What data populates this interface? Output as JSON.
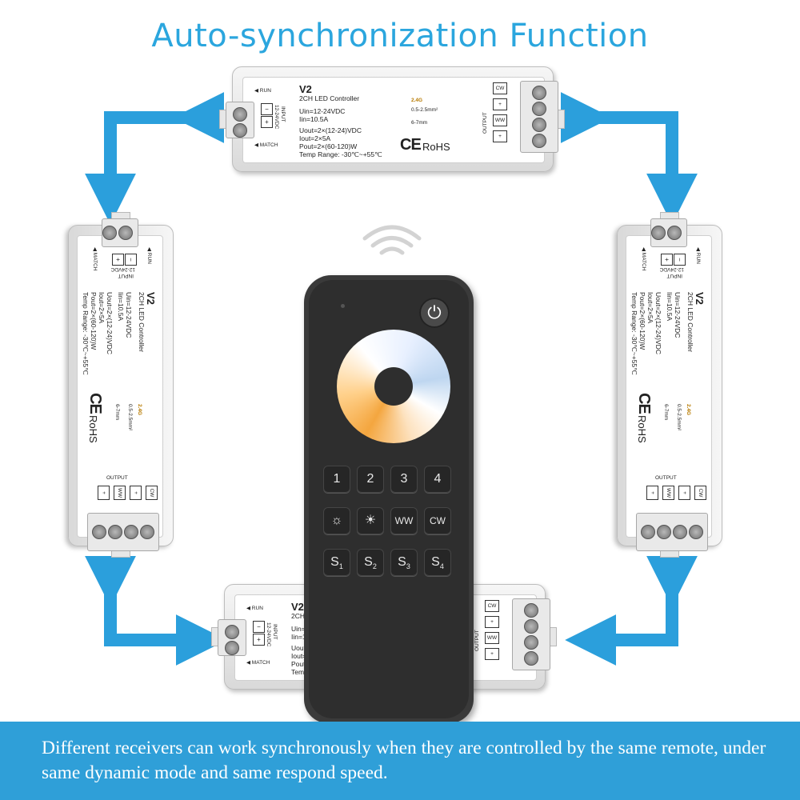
{
  "title": "Auto-synchronization Function",
  "footer_text": "Different receivers can work synchronously when they are controlled by the same remote, under same dynamic mode and same respond speed.",
  "controller": {
    "model": "V2",
    "name": "2CH LED Controller",
    "uin": "Uin=12-24VDC",
    "iin": "Iin=10.5A",
    "uout": "Uout=2×(12-24)VDC",
    "iout": "Iout=2×5A",
    "pout": "Pout=2×(60-120)W",
    "temp": "Temp Range: -30℃~+55℃",
    "wifi": "2.4G",
    "wire1": "0.5-2.5mm²",
    "wire2": "6-7mm",
    "ce": "CE",
    "rohs": "RoHS",
    "run": "RUN",
    "match": "MATCH",
    "input": "INPUT",
    "input_v": "12-24VDC",
    "output": "OUTPUT",
    "pins_out": [
      "+",
      "WW",
      "+",
      "CW"
    ],
    "pins_in": [
      "+",
      "−"
    ]
  },
  "remote": {
    "power_icon": "⏻",
    "row1": [
      "1",
      "2",
      "3",
      "4"
    ],
    "row2": [
      "☼",
      "☀",
      "WW",
      "CW"
    ],
    "row3": [
      {
        "main": "S",
        "sub": "1"
      },
      {
        "main": "S",
        "sub": "2"
      },
      {
        "main": "S",
        "sub": "3"
      },
      {
        "main": "S",
        "sub": "4"
      }
    ]
  },
  "colors": {
    "accent": "#2ba6de",
    "footer": "#2f9fd8",
    "arrow": "#2b9fdc"
  }
}
